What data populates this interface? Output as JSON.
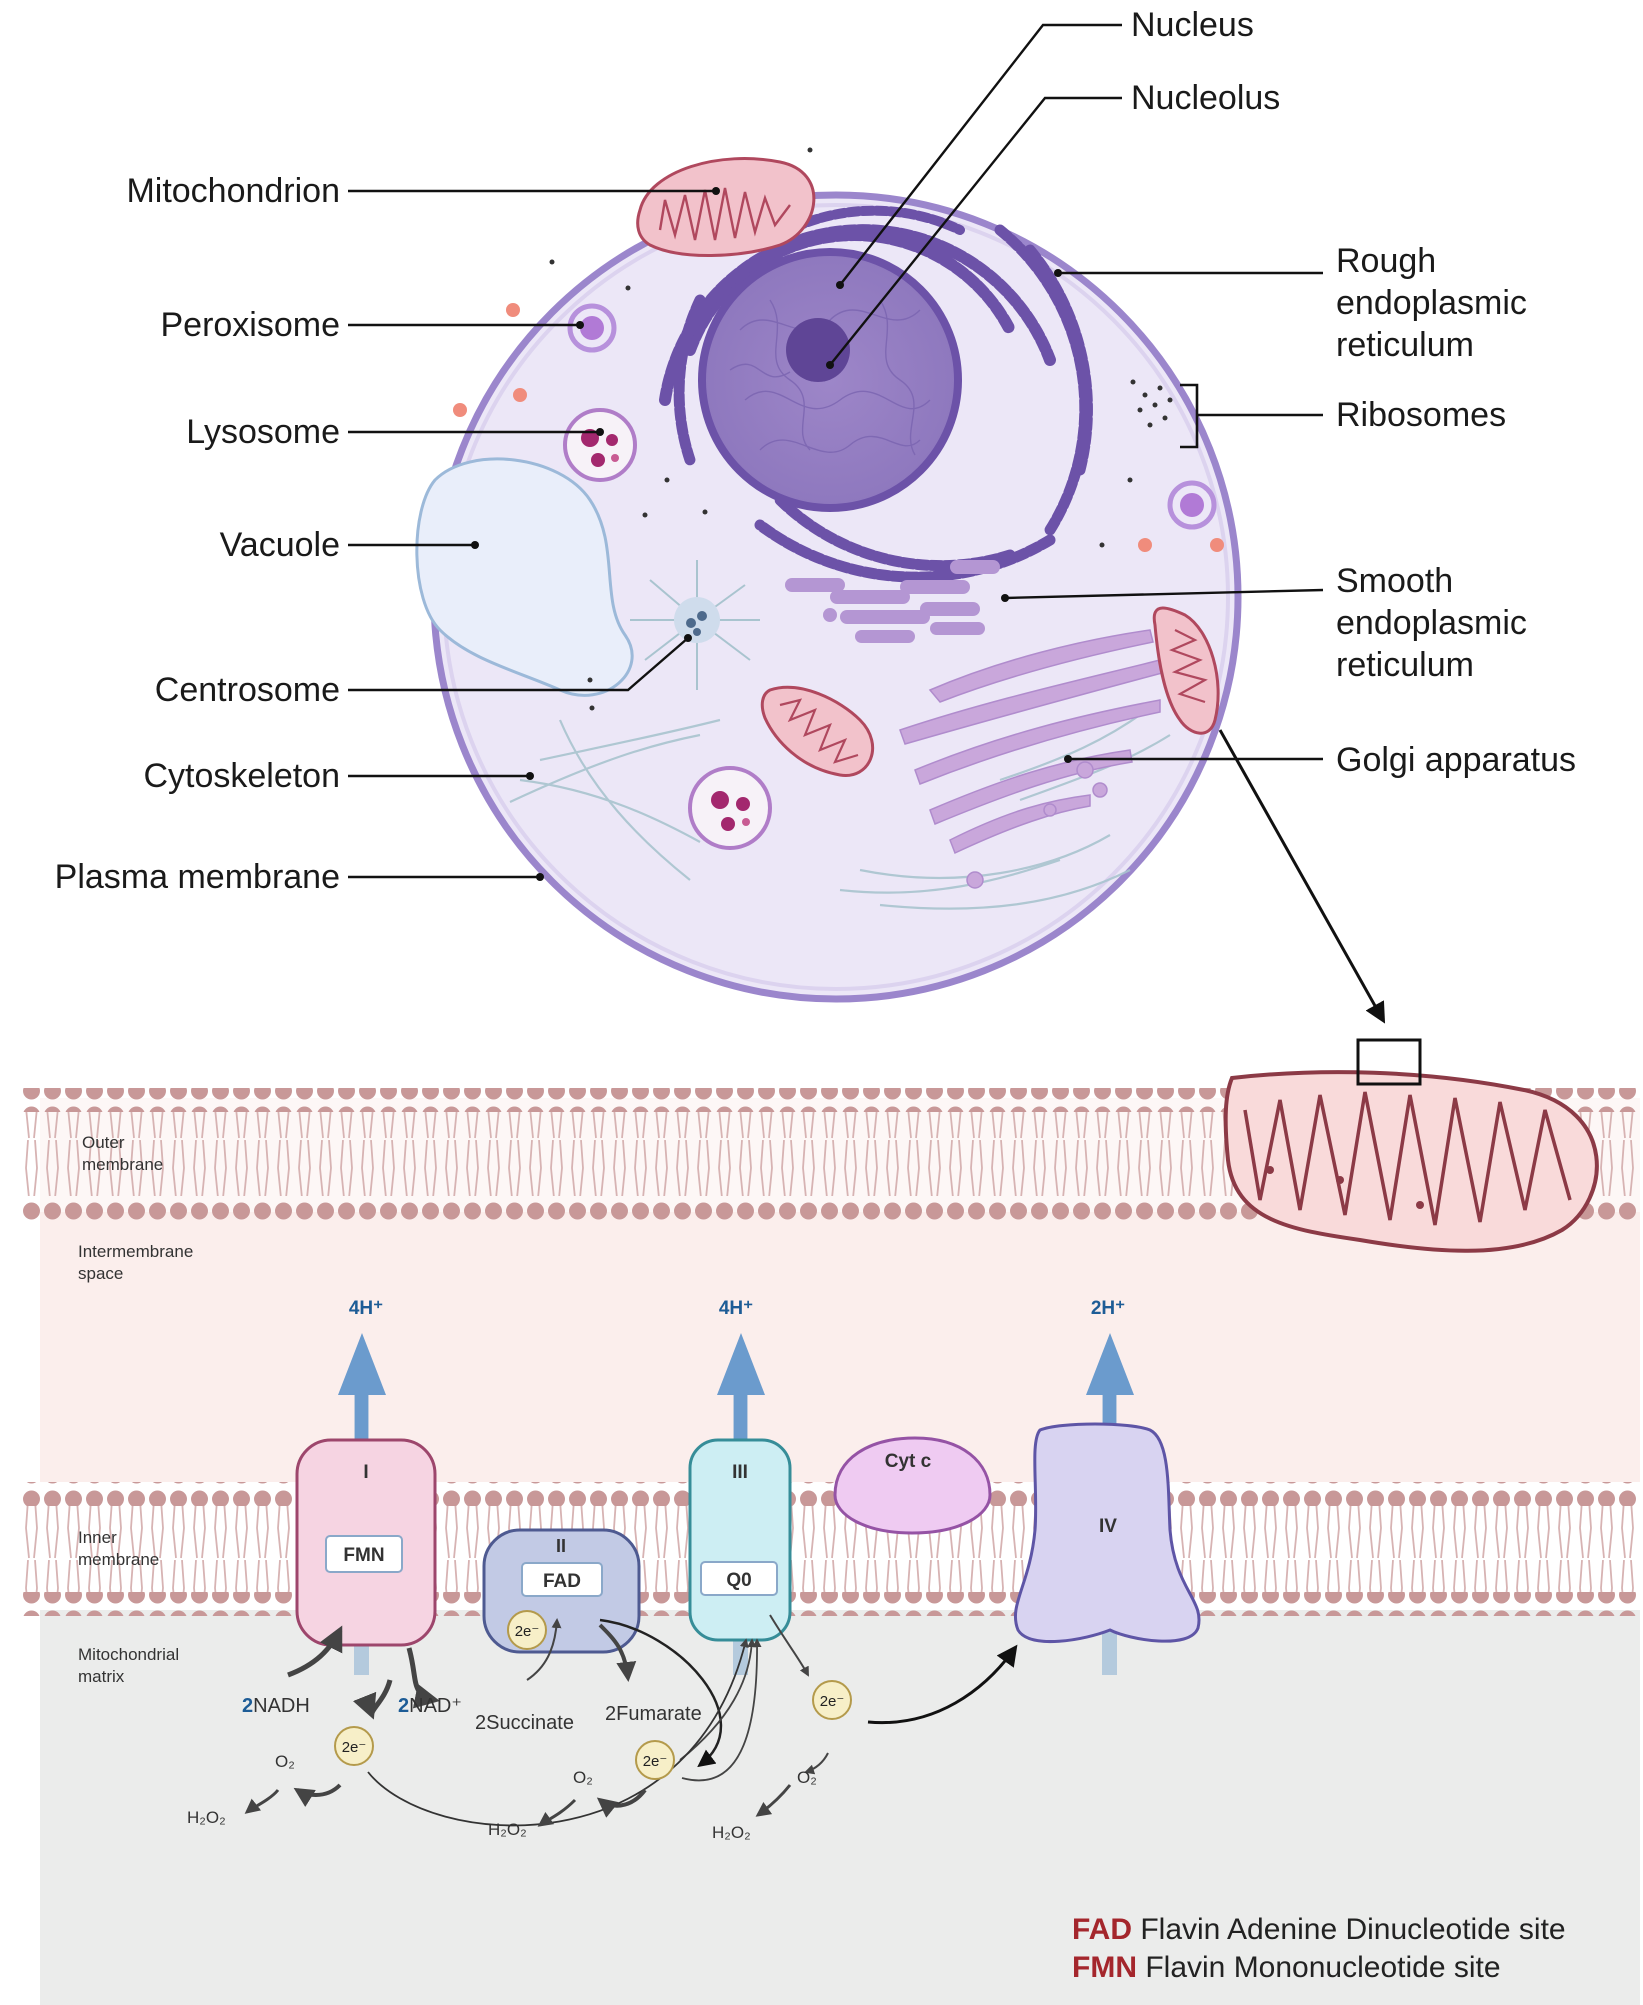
{
  "cell": {
    "labels": {
      "nucleus": "Nucleus",
      "nucleolus": "Nucleolus",
      "mitochondrion": "Mitochondrion",
      "peroxisome": "Peroxisome",
      "lysosome": "Lysosome",
      "vacuole": "Vacuole",
      "centrosome": "Centrosome",
      "cytoskeleton": "Cytoskeleton",
      "plasma_membrane": "Plasma membrane",
      "rough_er": [
        "Rough",
        "endoplasmic",
        "reticulum"
      ],
      "ribosomes": "Ribosomes",
      "smooth_er": [
        "Smooth",
        "endoplasmic",
        "reticulum"
      ],
      "golgi": "Golgi apparatus"
    }
  },
  "membrane": {
    "outer": [
      "Outer",
      "membrane"
    ],
    "intermembrane": [
      "Intermembrane",
      "space"
    ],
    "inner": [
      "Inner",
      "membrane"
    ],
    "matrix": [
      "Mitochondrial",
      "matrix"
    ]
  },
  "complexes": {
    "c1": {
      "name": "I",
      "site": "FMN",
      "protons": "4H⁺"
    },
    "c2": {
      "name": "II",
      "site": "FAD"
    },
    "c3": {
      "name": "III",
      "site": "Q0",
      "protons": "4H⁺"
    },
    "cytc": {
      "name": "Cyt c"
    },
    "c4": {
      "name": "IV",
      "protons": "2H⁺"
    }
  },
  "reactions": {
    "electron": "2e⁻",
    "nadh_coef": "2",
    "nadh": "NADH",
    "nad_coef": "2",
    "nad": "NAD⁺",
    "succinate": "2Succinate",
    "fumarate": "2Fumarate",
    "o2": "O₂",
    "h2o2": "H₂O₂"
  },
  "legend": [
    {
      "abbr": "FAD",
      "text": "Flavin Adenine Dinucleotide site"
    },
    {
      "abbr": "FMN",
      "text": "Flavin Mononucleotide site"
    }
  ],
  "colors": {
    "cell_fill": "#ece7f7",
    "cell_stroke": "#9b86cc",
    "nucleus": "#a48fcc",
    "er": "#6c52a8",
    "mito_fill": "#f2c2cb",
    "mito_stroke": "#b0485e",
    "proton": "#1d5c96",
    "legend_abbr": "#a4262c",
    "ims": "#fbeeec",
    "matrix": "#ebeceb",
    "lipid": "#c89898"
  }
}
